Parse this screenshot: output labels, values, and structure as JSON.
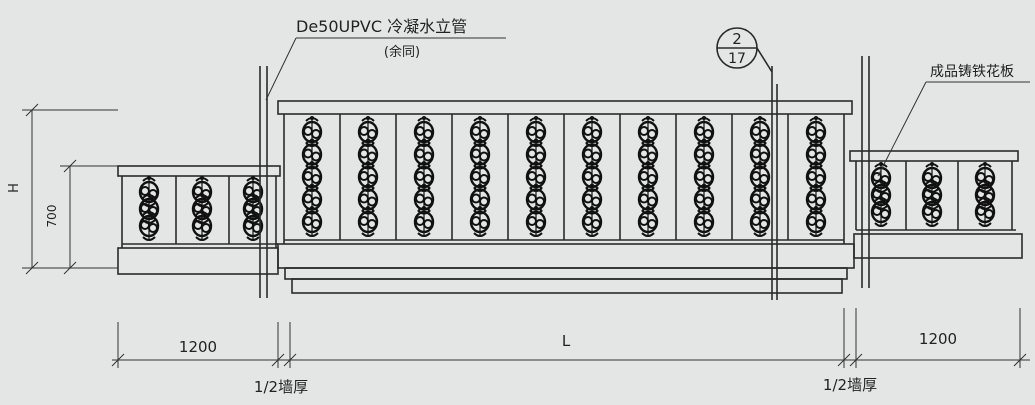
{
  "labels": {
    "pipe_note": "De50UPVC 冷凝水立管",
    "pipe_note_sub": "(余同)",
    "panel_note": "成品铸铁花板",
    "detail_number": "2",
    "detail_sheet": "17",
    "dim_height": "H",
    "dim_700": "700",
    "dim_left": "1200",
    "dim_center": "L",
    "dim_right": "1200",
    "wall_left": "1/2墙厚",
    "wall_right": "1/2墙厚"
  }
}
